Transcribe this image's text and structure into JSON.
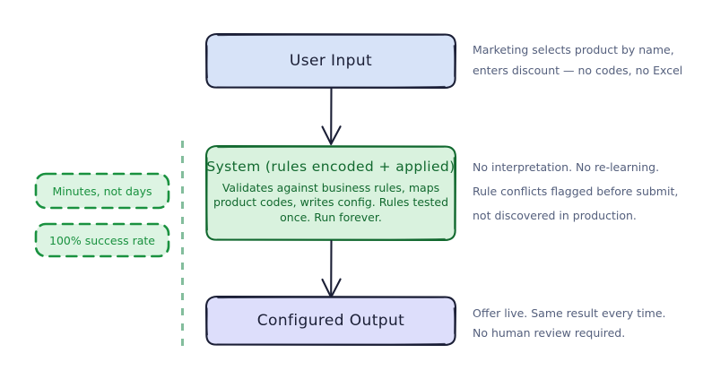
{
  "diagram": {
    "nodes": [
      {
        "id": "user-input",
        "title": "User Input",
        "fill": "#d7e3f8",
        "stroke": "#1b1f36"
      },
      {
        "id": "system",
        "title": "System (rules encoded + applied)",
        "subtitle_lines": [
          "Validates against business rules,",
          "maps product codes, writes config.",
          "Rules tested once. Run forever."
        ],
        "fill": "#d9f2de",
        "stroke": "#12692f"
      },
      {
        "id": "configured-output",
        "title": "Configured Output",
        "fill": "#dddefb",
        "stroke": "#1b1f36"
      }
    ],
    "badges": [
      {
        "id": "speed",
        "label": "Minutes, not days"
      },
      {
        "id": "success",
        "label": "100% success rate"
      }
    ],
    "annotations": [
      {
        "id": "input",
        "lines": [
          "Marketing selects product by name,",
          "enters discount — no codes, no Excel"
        ]
      },
      {
        "id": "system",
        "lines": [
          "No interpretation. No re-learning.",
          "Rule conflicts flagged before submit,",
          "not discovered in production."
        ]
      },
      {
        "id": "output",
        "lines": [
          "Offer live. Same result every time.",
          "No human review required."
        ]
      }
    ],
    "colors": {
      "blue_fill": "#d7e3f8",
      "lavender_fill": "#dddefb",
      "green_fill": "#d9f2de",
      "green_stroke": "#12692f",
      "green_text": "#19913f",
      "navy_stroke": "#1b1f36",
      "annotation_text": "#55607d",
      "divider": "#83bd9c"
    }
  }
}
